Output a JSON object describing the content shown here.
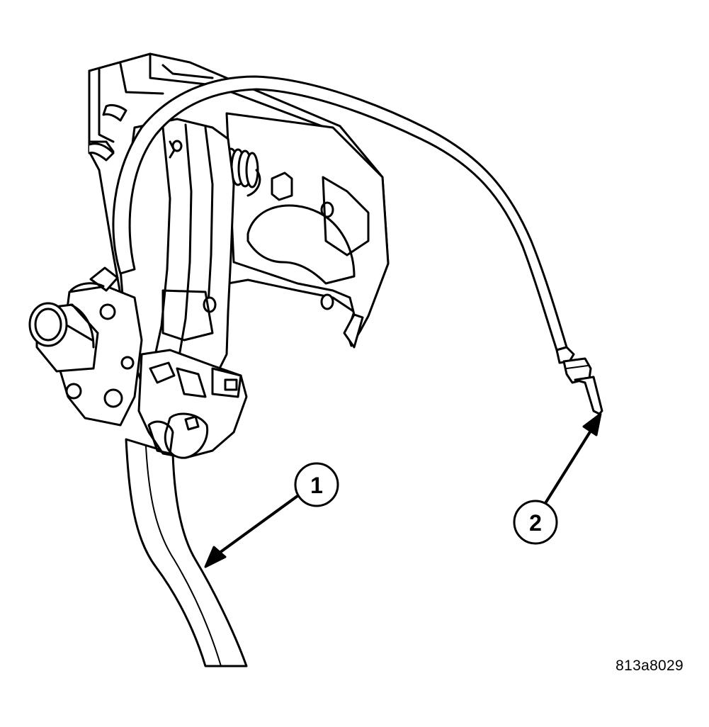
{
  "callouts": [
    {
      "number": "1"
    },
    {
      "number": "2"
    }
  ],
  "figure_code": "813a8029",
  "colors": {
    "line": "#000000",
    "fill": "#ffffff"
  }
}
